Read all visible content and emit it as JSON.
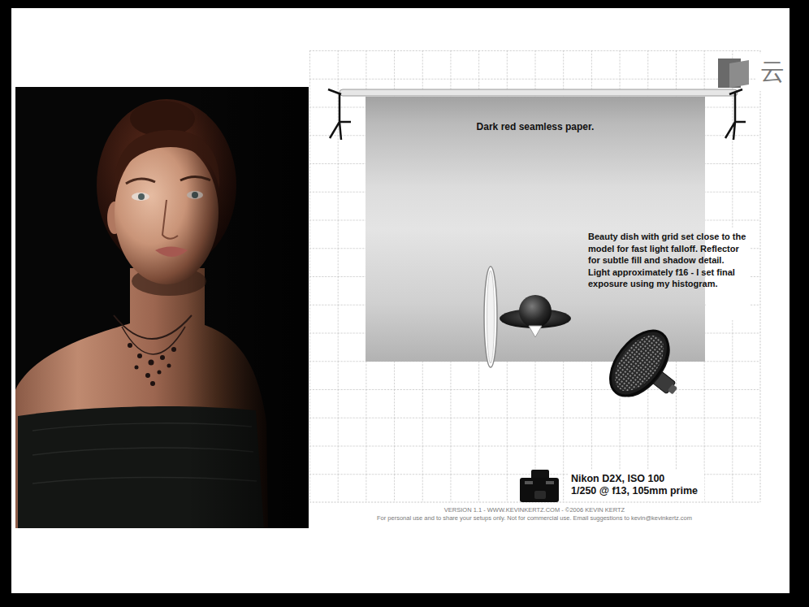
{
  "diagram": {
    "nodes": [
      {
        "text": [
          "Dark red seamless paper."
        ]
      }
    ],
    "labels": [
      "Beauty dish with grid set close to the model for fast light falloff. Reflector for subtle fill and shadow detail. Light approximately f16 - I set final exposure using my histogram.",
      "Nikon D2X, ISO 100",
      "1/250 @ f13, 105mm prime",
      "VERSION 1.1 - WWW.KEVINKERTZ.COM - ©2006 KEVIN KERTZ",
      "For personal use and to share your setups only. Not for commercial use. Email suggestions to kevin@kevinkertz.com",
      "云"
    ]
  }
}
